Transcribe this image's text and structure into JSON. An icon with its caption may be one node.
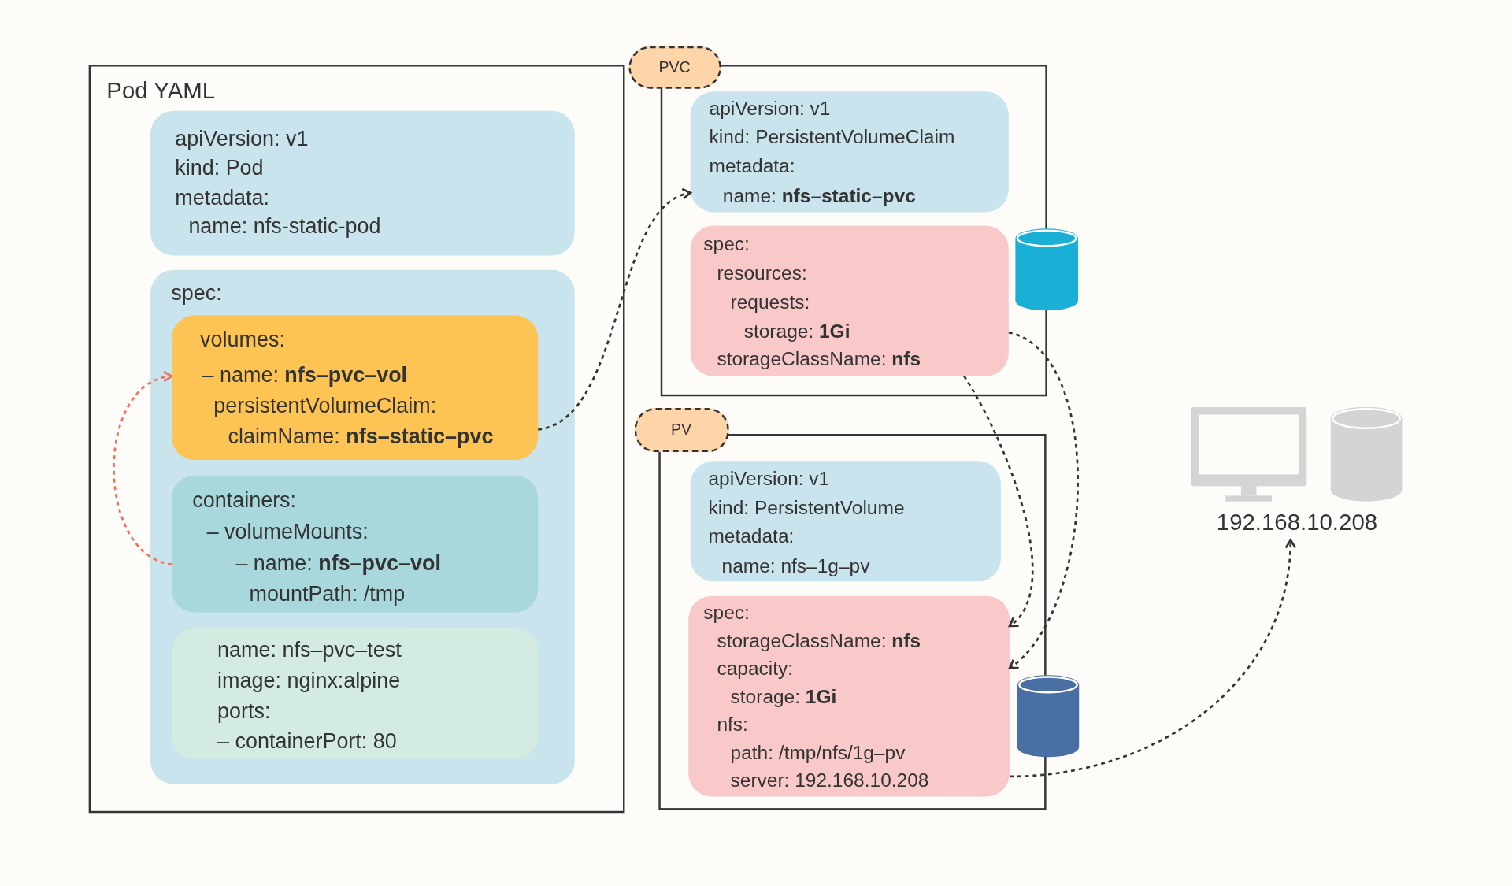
{
  "diagram": {
    "nodes": [
      {
        "text": [
          "Pod YAML"
        ]
      },
      {
        "text": [
          "apiVersion: v1",
          "kind: Pod",
          "metadata:",
          "name: nfs-static-pod"
        ],
        "in": 0
      },
      {
        "text": [
          "spec:"
        ],
        "in": 0
      },
      {
        "text": [
          "volumes:",
          "– name: **nfs–pvc–vol**",
          "persistentVolumeClaim:",
          "claimName: **nfs–static–pvc**"
        ],
        "in": 2
      },
      {
        "text": [
          "containers:",
          "– volumeMounts:",
          "– name: **nfs–pvc–vol**",
          "mountPath: /tmp"
        ],
        "in": 2
      },
      {
        "text": [
          "name: nfs–pvc–test",
          "image: nginx:alpine",
          "ports:",
          "– containerPort: 80"
        ],
        "in": 2
      },
      {
        "text": [
          "PVC"
        ]
      },
      {
        "text": [
          "apiVersion: v1",
          "kind: PersistentVolumeClaim",
          "metadata:",
          "name: **nfs–static–pvc**"
        ],
        "in": 6
      },
      {
        "text": [
          "spec:",
          "resources:",
          "requests:",
          "storage: **1Gi**",
          "storageClassName: **nfs**"
        ],
        "in": 6
      },
      {
        "text": [],
        "shape": "cylinder"
      },
      {
        "text": [
          "PV"
        ]
      },
      {
        "text": [
          "apiVersion: v1",
          "kind: PersistentVolume",
          "metadata:",
          "name: nfs–1g–pv"
        ],
        "in": 10
      },
      {
        "text": [
          "spec:",
          "storageClassName: **nfs**",
          "capacity:",
          "storage: **1Gi**",
          "nfs:",
          "path: /tmp/nfs/1g–pv",
          "server: 192.168.10.208"
        ],
        "in": 10
      },
      {
        "text": [],
        "shape": "cylinder"
      },
      {
        "text": [
          "192.168.10.208"
        ]
      }
    ],
    "edges": [
      {
        "from": 3,
        "to": 7,
        "arrow": "to",
        "style": "dashed"
      },
      {
        "from": 4,
        "to": 3,
        "arrow": "to",
        "style": "dashed",
        "color": "#f0705a"
      },
      {
        "from": 8,
        "to": 12,
        "arrow": "to",
        "style": "dashed"
      },
      {
        "from": 8,
        "to": 12,
        "arrow": "to",
        "style": "dashed"
      },
      {
        "from": 12,
        "to": 14,
        "arrow": "to",
        "style": "dashed"
      }
    ]
  }
}
